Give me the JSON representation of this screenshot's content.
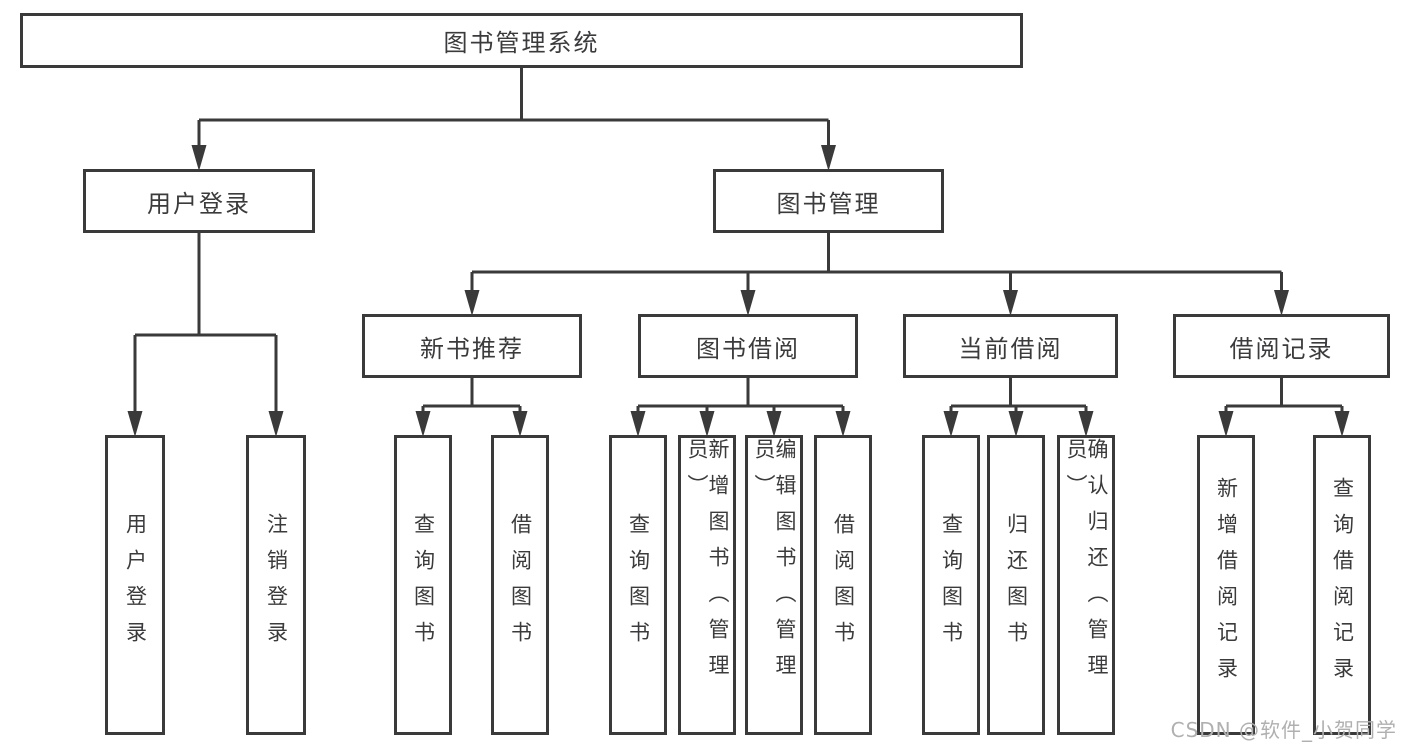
{
  "colors": {
    "line": "#3a3a3a",
    "node_text": "#3b3b3d",
    "node_fill": "#ffffff",
    "background": "#ffffff",
    "watermark": "#b0b0b0"
  },
  "watermark": "CSDN @软件_小贺同学",
  "tree": {
    "name": "library-management-system",
    "label": "图书管理系统",
    "children": [
      {
        "name": "user-login",
        "label": "用户登录",
        "children": [
          {
            "name": "user-login-leaf",
            "label": "用户登录"
          },
          {
            "name": "logout",
            "label": "注销登录"
          }
        ]
      },
      {
        "name": "book-management",
        "label": "图书管理",
        "children": [
          {
            "name": "new-book-recommendation",
            "label": "新书推荐",
            "children": [
              {
                "name": "query-books",
                "label": "查询图书"
              },
              {
                "name": "borrow-books",
                "label": "借阅图书"
              }
            ]
          },
          {
            "name": "book-borrowing",
            "label": "图书借阅",
            "children": [
              {
                "name": "query-books",
                "label": "查询图书"
              },
              {
                "name": "add-books-admin",
                "label": "新增图书（管理员）"
              },
              {
                "name": "edit-books-admin",
                "label": "编辑图书（管理员）"
              },
              {
                "name": "borrow-books",
                "label": "借阅图书"
              }
            ]
          },
          {
            "name": "current-borrowing",
            "label": "当前借阅",
            "children": [
              {
                "name": "query-books",
                "label": "查询图书"
              },
              {
                "name": "return-books",
                "label": "归还图书"
              },
              {
                "name": "confirm-return-admin",
                "label": "确认归还（管理员）"
              }
            ]
          },
          {
            "name": "borrowing-records",
            "label": "借阅记录",
            "children": [
              {
                "name": "add-borrow-record",
                "label": "新增借阅记录"
              },
              {
                "name": "query-borrow-record",
                "label": "查询借阅记录"
              }
            ]
          }
        ]
      }
    ]
  }
}
